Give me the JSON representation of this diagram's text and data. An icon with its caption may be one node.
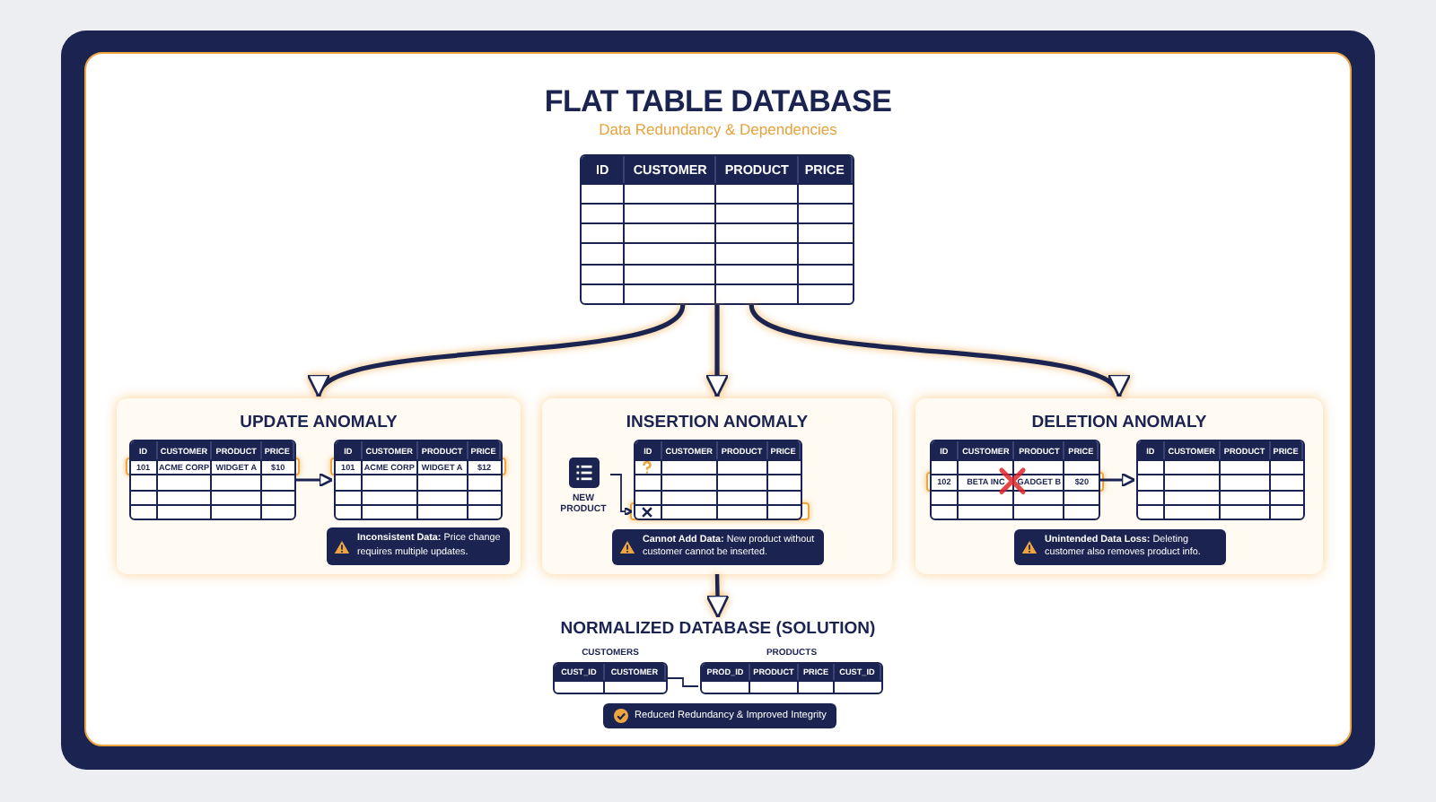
{
  "diagram": {
    "title": "FLAT TABLE DATABASE",
    "nodes": [
      {
        "text": [
          "ID",
          "CUSTOMER",
          "PRODUCT",
          "PRICE"
        ]
      },
      {
        "text": [
          "UPDATE ANOMALY"
        ]
      },
      {
        "text": [
          "ID",
          "CUSTOMER",
          "PRODUCT",
          "PRICE",
          "101",
          "ACME CORP",
          "WIDGET A",
          "$10"
        ],
        "in": 1
      },
      {
        "text": [
          "ID",
          "CUSTOMER",
          "PRODUCT",
          "PRICE",
          "101",
          "ACME CORP",
          "WIDGET A",
          "$12"
        ],
        "in": 1
      },
      {
        "text": [
          "**Inconsistent Data:** Price change requires multiple updates."
        ],
        "in": 1
      },
      {
        "text": [
          "INSERTION ANOMALY"
        ]
      },
      {
        "text": [
          "NEW PRODUCT"
        ],
        "in": 5
      },
      {
        "text": [
          "ID",
          "CUSTOMER",
          "PRODUCT",
          "PRICE"
        ],
        "in": 5
      },
      {
        "text": [
          "**Cannot Add Data:** New product without customer cannot be inserted."
        ],
        "in": 5
      },
      {
        "text": [
          "DELETION ANOMALY"
        ]
      },
      {
        "text": [
          "ID",
          "CUSTOMER",
          "PRODUCT",
          "PRICE",
          "102",
          "BETA INC",
          "GADGET B",
          "$20"
        ],
        "in": 9
      },
      {
        "text": [
          "ID",
          "CUSTOMER",
          "PRODUCT",
          "PRICE"
        ],
        "in": 9
      },
      {
        "text": [
          "**Unintended Data Loss:** Deleting customer also removes product info."
        ],
        "in": 9
      },
      {
        "text": [
          "NORMALIZED DATABASE (SOLUTION)"
        ]
      },
      {
        "text": [
          "CUST_ID",
          "CUSTOMER"
        ],
        "beside": [
          "CUSTOMERS"
        ]
      },
      {
        "text": [
          "PROD_ID",
          "PRODUCT",
          "PRICE",
          "CUST_ID"
        ],
        "beside": [
          "PRODUCTS"
        ]
      },
      {
        "text": [
          "Reduced Redundancy & Improved Integrity"
        ]
      }
    ],
    "edges": [
      {
        "from": 0,
        "to": 1,
        "arrow": "to"
      },
      {
        "from": 0,
        "to": 5,
        "arrow": "to"
      },
      {
        "from": 0,
        "to": 9,
        "arrow": "to"
      },
      {
        "from": 2,
        "to": 3,
        "arrow": "to"
      },
      {
        "from": 6,
        "to": 7,
        "arrow": "to"
      },
      {
        "from": 10,
        "to": 11,
        "arrow": "to"
      },
      {
        "from": 5,
        "to": 13,
        "arrow": "to"
      },
      {
        "from": 14,
        "to": 15,
        "arrow": "none"
      }
    ],
    "labels": [
      "Data Redundancy & Dependencies"
    ]
  }
}
